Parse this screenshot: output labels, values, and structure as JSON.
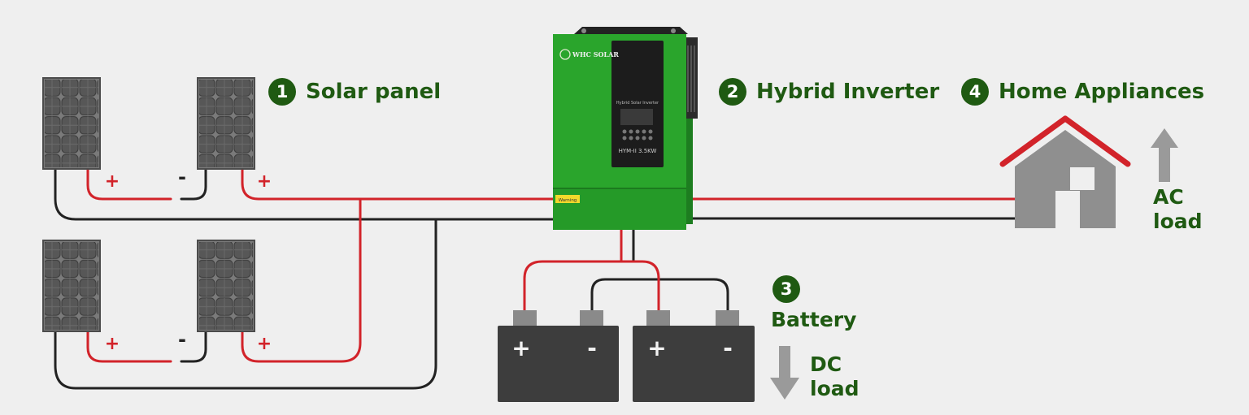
{
  "labels": {
    "solar": {
      "number": "1",
      "text": "Solar panel"
    },
    "inverter": {
      "number": "2",
      "text": "Hybrid Inverter"
    },
    "battery": {
      "number": "3",
      "text": "Battery"
    },
    "home": {
      "number": "4",
      "text": "Home Appliances"
    }
  },
  "loads": {
    "ac_line1": "AC",
    "ac_line2": "load",
    "dc_line1": "DC",
    "dc_line2": "load"
  },
  "polarity": {
    "plus": "+",
    "minus": "-"
  },
  "inverter": {
    "brand": "WHC SOLAR",
    "tagline": "Hybrid Solar Inverter",
    "model": "HYM-II 3.5KW",
    "warning": "Warning"
  },
  "colors": {
    "background": "#efefef",
    "label_green": "#1f5a12",
    "inverter_green": "#2aa52c",
    "positive_wire": "#d2232a",
    "negative_wire": "#222222",
    "panel_cell": "#5a5a5a",
    "battery_body": "#3d3d3d",
    "house_gray": "#8f8f8f",
    "roof_red": "#d2232a",
    "arrow_gray": "#9a9a9a"
  },
  "icons": [
    "solar-panel-icon",
    "inverter-icon",
    "battery-icon",
    "house-icon",
    "arrow-up-icon",
    "arrow-down-icon"
  ]
}
